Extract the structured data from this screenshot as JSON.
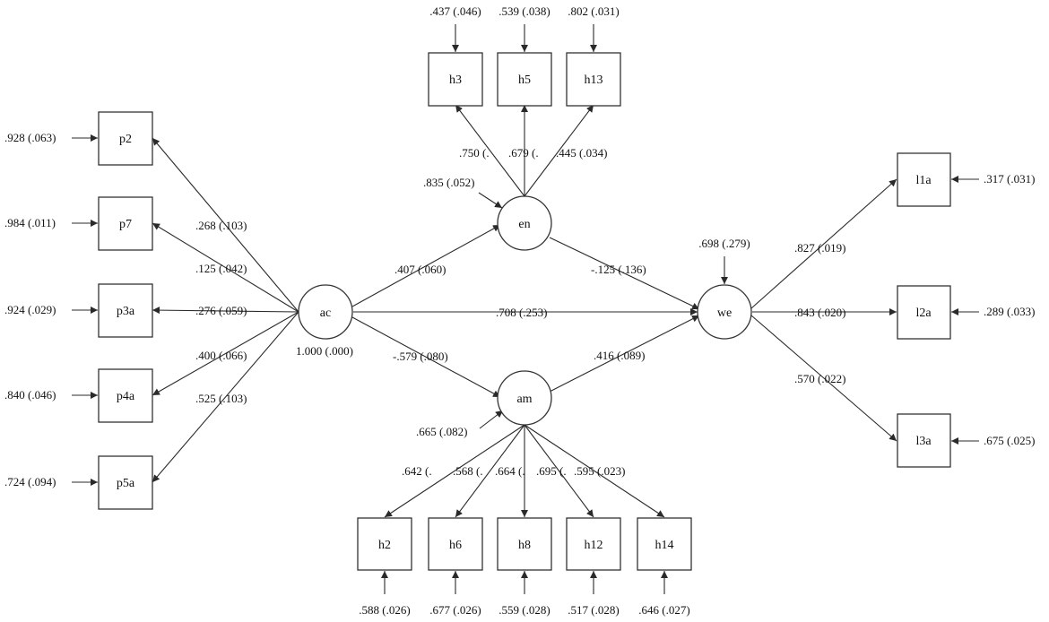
{
  "nodes": {
    "p2": "p2",
    "p7": "p7",
    "p3a": "p3a",
    "p4a": "p4a",
    "p5a": "p5a",
    "ac": "ac",
    "en": "en",
    "am": "am",
    "we": "we",
    "h3": "h3",
    "h5": "h5",
    "h13": "h13",
    "h2": "h2",
    "h6": "h6",
    "h8": "h8",
    "h12": "h12",
    "h14": "h14",
    "l1a": "l1a",
    "l2a": "l2a",
    "l3a": "l3a"
  },
  "residuals": {
    "p2": ".928 (.063)",
    "p7": ".984 (.011)",
    "p3a": ".924 (.029)",
    "p4a": ".840 (.046)",
    "p5a": ".724 (.094)",
    "h3": ".437 (.046)",
    "h5": ".539 (.038)",
    "h13": ".802 (.031)",
    "h2": ".588 (.026)",
    "h6": ".677 (.026)",
    "h8": ".559 (.028)",
    "h12": ".517 (.028)",
    "h14": ".646 (.027)",
    "l1a": ".317 (.031)",
    "l2a": ".289 (.033)",
    "l3a": ".675 (.025)",
    "en": ".835 (.052)",
    "am": ".665 (.082)",
    "we": ".698 (.279)",
    "ac": "1.000 (.000)"
  },
  "paths": {
    "ac_p2": ".268 (.103)",
    "ac_p7": ".125 (.042)",
    "ac_p3a": ".276 (.059)",
    "ac_p4a": ".400 (.066)",
    "ac_p5a": ".525 (.103)",
    "ac_en": ".407 (.060)",
    "ac_we": ".708 (.253)",
    "ac_am": "-.579 (.080)",
    "en_we": "-.125 (.136)",
    "am_we": ".416 (.089)",
    "en_h3": ".750 (.",
    "en_h5": ".679 (.",
    "en_h13": ".445 (.034)",
    "am_h2": ".642 (.",
    "am_h6": ".568 (.",
    "am_h8": ".664 (.",
    "am_h12": ".695 (.",
    "am_h14": ".595 (.023)",
    "we_l1a": ".827 (.019)",
    "we_l2a": ".843 (.020)",
    "we_l3a": ".570 (.022)"
  }
}
